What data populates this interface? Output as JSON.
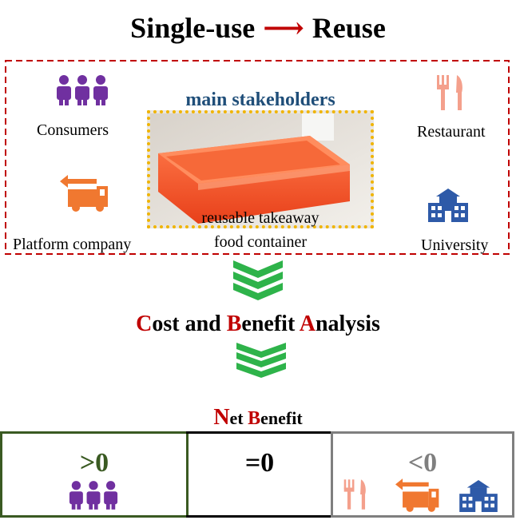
{
  "title": {
    "left": "Single-use",
    "arrow": "⟶",
    "right": "Reuse"
  },
  "stakeholders": {
    "heading": "main stakeholders",
    "consumers": "Consumers",
    "restaurant": "Restaurant",
    "platform": "Platform company",
    "university": "University",
    "center_caption_line1": "reusable takeaway",
    "center_caption_line2": "food container"
  },
  "analysis": {
    "c": "C",
    "ost_and": "ost and ",
    "b": "B",
    "enefit": "enefit ",
    "a": "A",
    "nalysis": "nalysis"
  },
  "net_benefit": {
    "n": "N",
    "et": "et ",
    "b": "B",
    "enefit": "enefit"
  },
  "outcomes": [
    {
      "value": ">0",
      "color": "#3a5a22"
    },
    {
      "value": "=0",
      "color": "#000000"
    },
    {
      "value": "<0",
      "color": "#7f7f7f"
    }
  ],
  "colors": {
    "consumer_purple": "#7030a0",
    "restaurant_pink": "#f4a08c",
    "platform_orange": "#f07830",
    "university_blue": "#2e5aa8",
    "chevron_green": "#2eb34a",
    "accent_red": "#c00000",
    "stakeholder_blue": "#1f4e79"
  }
}
